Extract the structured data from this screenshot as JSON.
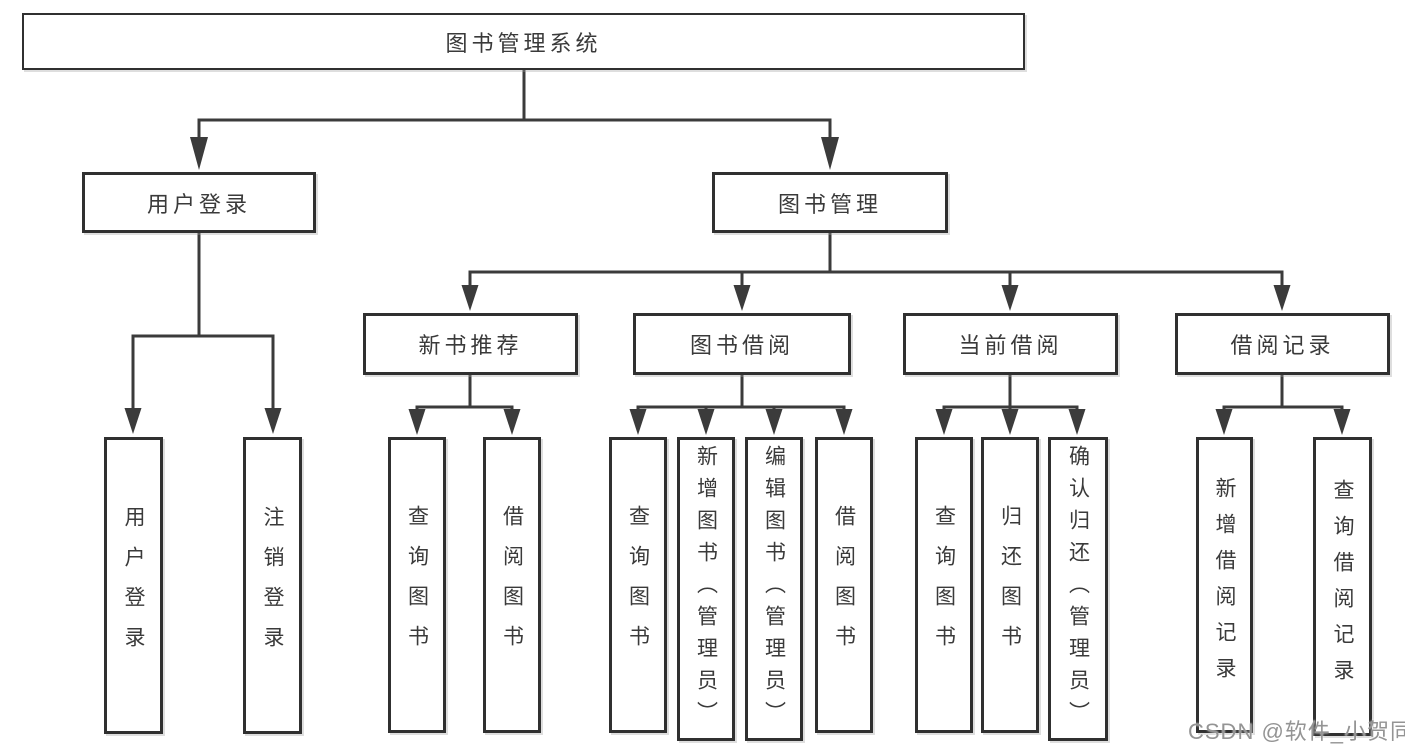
{
  "root": {
    "label": "图书管理系统"
  },
  "branches": [
    {
      "label": "用户登录",
      "children": [
        {
          "label": "用户登录"
        },
        {
          "label": "注销登录"
        }
      ]
    },
    {
      "label": "图书管理",
      "children": [
        {
          "label": "新书推荐",
          "children": [
            {
              "label": "查询图书"
            },
            {
              "label": "借阅图书"
            }
          ]
        },
        {
          "label": "图书借阅",
          "children": [
            {
              "label": "查询图书"
            },
            {
              "label": "新增图书（管理员）"
            },
            {
              "label": "编辑图书（管理员）"
            },
            {
              "label": "借阅图书"
            }
          ]
        },
        {
          "label": "当前借阅",
          "children": [
            {
              "label": "查询图书"
            },
            {
              "label": "归还图书"
            },
            {
              "label": "确认归还（管理员）"
            }
          ]
        },
        {
          "label": "借阅记录",
          "children": [
            {
              "label": "新增借阅记录"
            },
            {
              "label": "查询借阅记录"
            }
          ]
        }
      ]
    }
  ],
  "watermark": {
    "text": "CSDN @软件_小贺同学"
  },
  "colors": {
    "line": "#3b3b3b",
    "box_border": "#303030",
    "box_fill": "#ffffff",
    "text": "#3a3a3a",
    "watermark": "#949494"
  }
}
